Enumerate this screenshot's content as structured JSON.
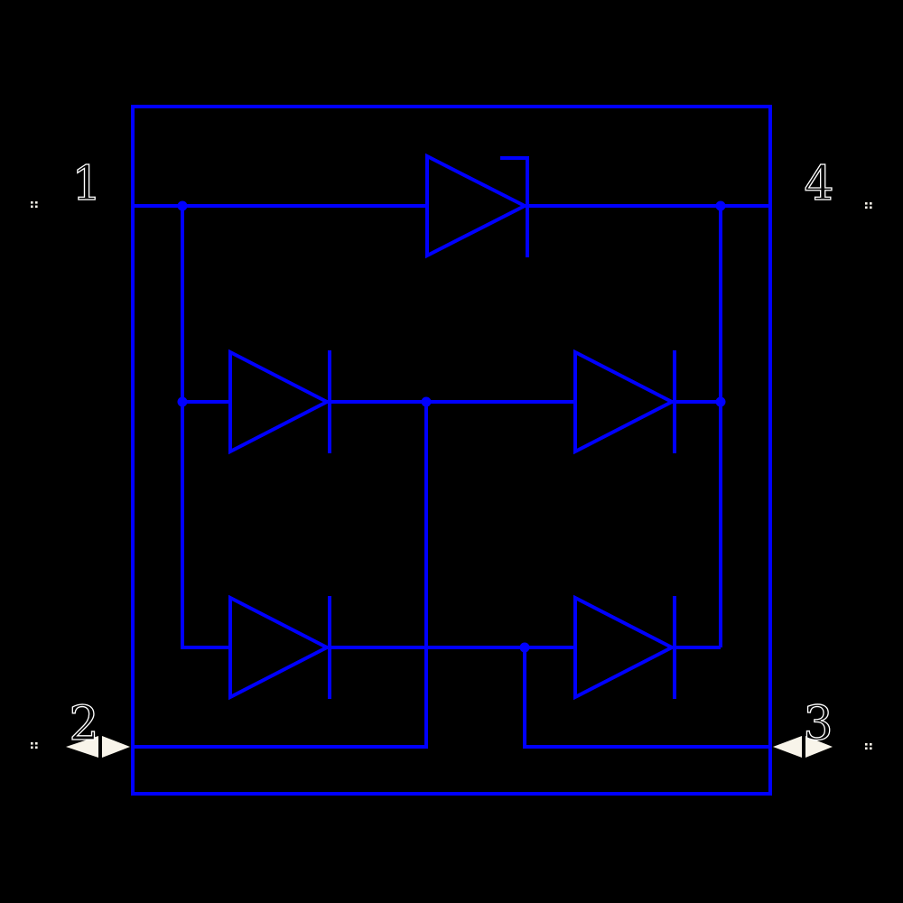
{
  "meta": {
    "title": "Diode bridge schematic symbol",
    "diagram_type": "circuit-schematic"
  },
  "colors": {
    "background": "#000000",
    "wire": "#0000ff",
    "pin_marker": "#f8f4ea",
    "label_stroke": "#ffffff",
    "label_fill": "#000000"
  },
  "pins": [
    {
      "label": "1",
      "position": "top-left",
      "marker": "attach-dots"
    },
    {
      "label": "2",
      "position": "bottom-left",
      "marker": "inout-double-arrow"
    },
    {
      "label": "3",
      "position": "bottom-right",
      "marker": "inout-double-arrow"
    },
    {
      "label": "4",
      "position": "top-right",
      "marker": "attach-dots"
    }
  ],
  "components": [
    {
      "name": "diode-top",
      "type": "diode",
      "style": "hooked-cathode",
      "orientation": "right"
    },
    {
      "name": "diode-middle-left",
      "type": "diode",
      "style": "plain",
      "orientation": "right"
    },
    {
      "name": "diode-middle-right",
      "type": "diode",
      "style": "plain",
      "orientation": "right"
    },
    {
      "name": "diode-bottom-left",
      "type": "diode",
      "style": "plain",
      "orientation": "right"
    },
    {
      "name": "diode-bottom-right",
      "type": "diode",
      "style": "plain",
      "orientation": "right"
    }
  ],
  "junction_count": "6"
}
